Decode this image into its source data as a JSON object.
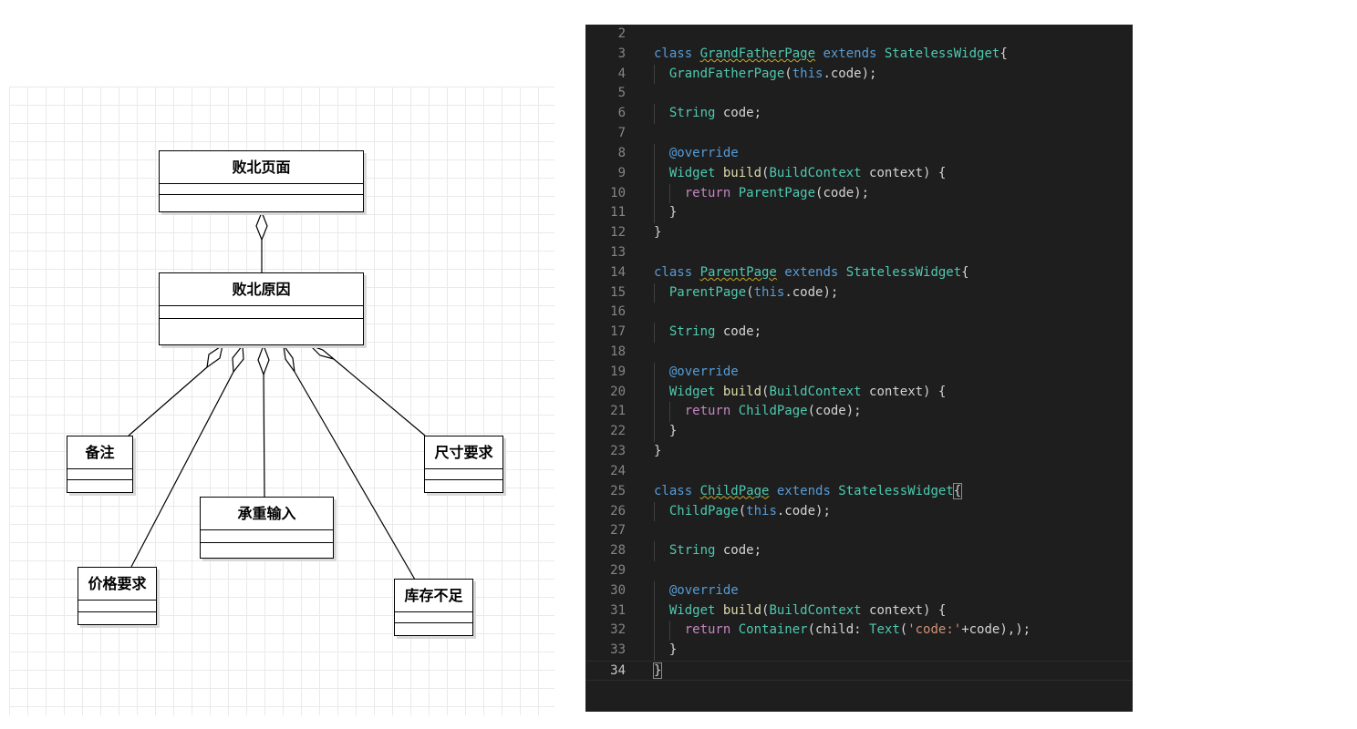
{
  "diagram": {
    "classes": {
      "defeat_page": "败北页面",
      "defeat_reason": "败北原因",
      "remark": "备注",
      "size_req": "尺寸要求",
      "load_input": "承重输入",
      "price_req": "价格要求",
      "stock_short": "库存不足"
    },
    "relationship": "aggregation"
  },
  "editor": {
    "colors": {
      "background": "#1e1e1e",
      "keyword": "#569cd6",
      "type": "#4ec9b0",
      "function": "#dcdcaa",
      "string": "#ce9178",
      "control": "#c586c0",
      "line_number": "#858585"
    },
    "lines": [
      {
        "n": "2",
        "tokens": []
      },
      {
        "n": "3",
        "tokens": [
          [
            "kw",
            "class "
          ],
          [
            "ty-sq",
            "GrandFatherPage"
          ],
          [
            "kw",
            " extends "
          ],
          [
            "ty",
            "StatelessWidget"
          ],
          [
            "pl",
            "{"
          ]
        ]
      },
      {
        "n": "4",
        "tokens": [
          [
            "pl",
            "  "
          ],
          [
            "ty",
            "GrandFatherPage"
          ],
          [
            "pl",
            "("
          ],
          [
            "kw",
            "this"
          ],
          [
            "pl",
            ".code);"
          ]
        ]
      },
      {
        "n": "5",
        "tokens": []
      },
      {
        "n": "6",
        "tokens": [
          [
            "pl",
            "  "
          ],
          [
            "ty",
            "String"
          ],
          [
            "pl",
            " code;"
          ]
        ]
      },
      {
        "n": "7",
        "tokens": []
      },
      {
        "n": "8",
        "tokens": [
          [
            "pl",
            "  "
          ],
          [
            "kw",
            "@override"
          ]
        ]
      },
      {
        "n": "9",
        "tokens": [
          [
            "pl",
            "  "
          ],
          [
            "ty",
            "Widget"
          ],
          [
            "pl",
            " "
          ],
          [
            "fn",
            "build"
          ],
          [
            "pl",
            "("
          ],
          [
            "ty",
            "BuildContext"
          ],
          [
            "pl",
            " context) {"
          ]
        ]
      },
      {
        "n": "10",
        "tokens": [
          [
            "pl",
            "    "
          ],
          [
            "ctl",
            "return"
          ],
          [
            "pl",
            " "
          ],
          [
            "ty",
            "ParentPage"
          ],
          [
            "pl",
            "(code);"
          ]
        ]
      },
      {
        "n": "11",
        "tokens": [
          [
            "pl",
            "  }"
          ]
        ]
      },
      {
        "n": "12",
        "tokens": [
          [
            "pl",
            "}"
          ]
        ]
      },
      {
        "n": "13",
        "tokens": []
      },
      {
        "n": "14",
        "tokens": [
          [
            "kw",
            "class "
          ],
          [
            "ty-sq",
            "ParentPage"
          ],
          [
            "kw",
            " extends "
          ],
          [
            "ty",
            "StatelessWidget"
          ],
          [
            "pl",
            "{"
          ]
        ]
      },
      {
        "n": "15",
        "tokens": [
          [
            "pl",
            "  "
          ],
          [
            "ty",
            "ParentPage"
          ],
          [
            "pl",
            "("
          ],
          [
            "kw",
            "this"
          ],
          [
            "pl",
            ".code);"
          ]
        ]
      },
      {
        "n": "16",
        "tokens": []
      },
      {
        "n": "17",
        "tokens": [
          [
            "pl",
            "  "
          ],
          [
            "ty",
            "String"
          ],
          [
            "pl",
            " code;"
          ]
        ]
      },
      {
        "n": "18",
        "tokens": []
      },
      {
        "n": "19",
        "tokens": [
          [
            "pl",
            "  "
          ],
          [
            "kw",
            "@override"
          ]
        ]
      },
      {
        "n": "20",
        "tokens": [
          [
            "pl",
            "  "
          ],
          [
            "ty",
            "Widget"
          ],
          [
            "pl",
            " "
          ],
          [
            "fn",
            "build"
          ],
          [
            "pl",
            "("
          ],
          [
            "ty",
            "BuildContext"
          ],
          [
            "pl",
            " context) {"
          ]
        ]
      },
      {
        "n": "21",
        "tokens": [
          [
            "pl",
            "    "
          ],
          [
            "ctl",
            "return"
          ],
          [
            "pl",
            " "
          ],
          [
            "ty",
            "ChildPage"
          ],
          [
            "pl",
            "(code);"
          ]
        ]
      },
      {
        "n": "22",
        "tokens": [
          [
            "pl",
            "  }"
          ]
        ]
      },
      {
        "n": "23",
        "tokens": [
          [
            "pl",
            "}"
          ]
        ]
      },
      {
        "n": "24",
        "tokens": []
      },
      {
        "n": "25",
        "tokens": [
          [
            "kw",
            "class "
          ],
          [
            "ty-sq",
            "ChildPage"
          ],
          [
            "kw",
            " extends "
          ],
          [
            "ty",
            "StatelessWidget"
          ],
          [
            "brk",
            "{"
          ]
        ]
      },
      {
        "n": "26",
        "tokens": [
          [
            "pl",
            "  "
          ],
          [
            "ty",
            "ChildPage"
          ],
          [
            "pl",
            "("
          ],
          [
            "kw",
            "this"
          ],
          [
            "pl",
            ".code);"
          ]
        ]
      },
      {
        "n": "27",
        "tokens": []
      },
      {
        "n": "28",
        "tokens": [
          [
            "pl",
            "  "
          ],
          [
            "ty",
            "String"
          ],
          [
            "pl",
            " code;"
          ]
        ]
      },
      {
        "n": "29",
        "tokens": []
      },
      {
        "n": "30",
        "tokens": [
          [
            "pl",
            "  "
          ],
          [
            "kw",
            "@override"
          ]
        ]
      },
      {
        "n": "31",
        "tokens": [
          [
            "pl",
            "  "
          ],
          [
            "ty",
            "Widget"
          ],
          [
            "pl",
            " "
          ],
          [
            "fn",
            "build"
          ],
          [
            "pl",
            "("
          ],
          [
            "ty",
            "BuildContext"
          ],
          [
            "pl",
            " context) {"
          ]
        ]
      },
      {
        "n": "32",
        "tokens": [
          [
            "pl",
            "    "
          ],
          [
            "ctl",
            "return"
          ],
          [
            "pl",
            " "
          ],
          [
            "ty",
            "Container"
          ],
          [
            "pl",
            "(child: "
          ],
          [
            "ty",
            "Text"
          ],
          [
            "pl",
            "("
          ],
          [
            "str",
            "'code:'"
          ],
          [
            "pl",
            "+code),);"
          ]
        ]
      },
      {
        "n": "33",
        "tokens": [
          [
            "pl",
            "  }"
          ]
        ]
      },
      {
        "n": "34",
        "tokens": [
          [
            "brk",
            "}"
          ]
        ],
        "current": true
      }
    ]
  }
}
